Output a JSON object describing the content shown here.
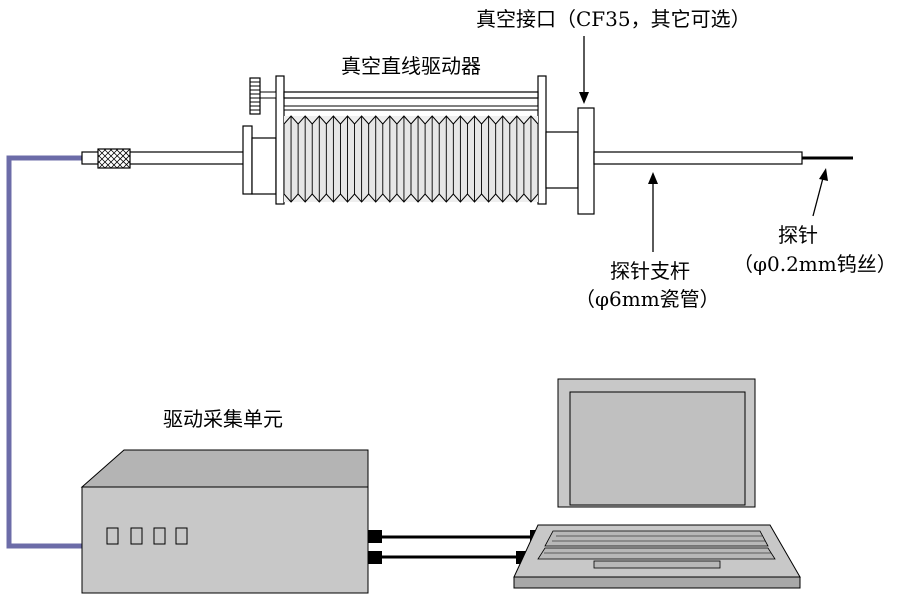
{
  "labels": {
    "vacuum_port": "真空接口（CF35，其它可选）",
    "linear_drive": "真空直线驱动器",
    "probe": "探针",
    "probe_spec": "（φ0.2mm钨丝）",
    "probe_rod": "探针支杆",
    "probe_rod_spec": "（φ6mm瓷管）",
    "drive_unit": "驱动采集单元"
  },
  "colors": {
    "cable": "#6c6ca8",
    "body_gray": "#c8c8c8",
    "body_dark": "#a0a0a0",
    "body_top": "#b4b4b4",
    "screen": "#c0c0c0",
    "outline": "#000000",
    "background": "#ffffff"
  }
}
